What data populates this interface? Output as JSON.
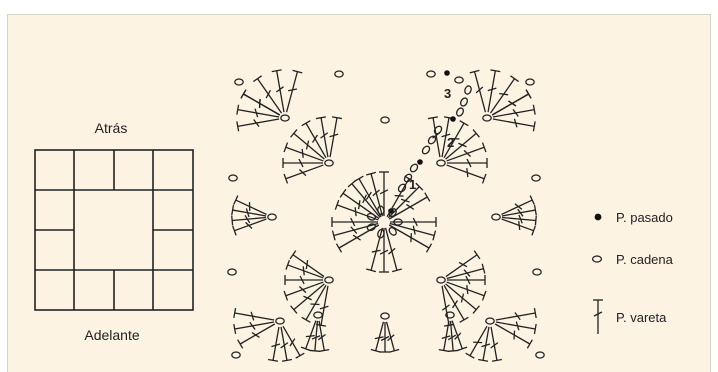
{
  "figure": {
    "colors": {
      "background": "#fdf3e2",
      "ink": "#222222",
      "border": "#d9d2c6"
    }
  },
  "square_diagram": {
    "top_label": "Atrás",
    "bottom_label": "Adelante",
    "grid": {
      "rows": 4,
      "cols": 4,
      "center_open": true
    }
  },
  "crochet_chart": {
    "round_labels": [
      "1",
      "2",
      "3"
    ],
    "symbols": {
      "slip_stitch": "dot",
      "chain": "oval",
      "double_crochet": "T-stitch"
    }
  },
  "legend": {
    "items": [
      {
        "label": "P. pasado",
        "symbol": "dot"
      },
      {
        "label": "P. cadena",
        "symbol": "oval"
      },
      {
        "label": "P. vareta",
        "symbol": "t-stitch"
      }
    ]
  }
}
